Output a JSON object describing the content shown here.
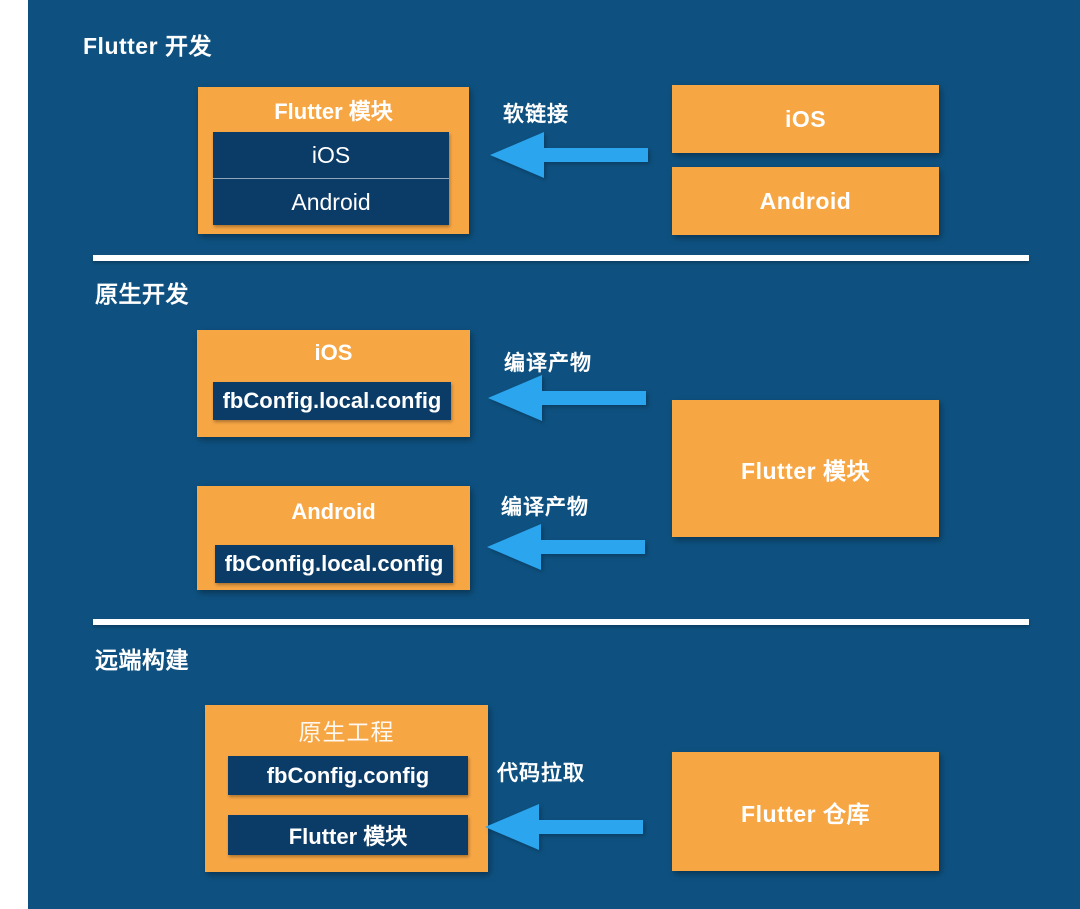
{
  "colors": {
    "bg": "#0E5180",
    "orange": "#F7A644",
    "navy": "#0B3B67",
    "arrow": "#2AA5EE",
    "divider": "#FFFFFF",
    "text": "#FFFFFF"
  },
  "section1": {
    "title": "Flutter 开发",
    "module_box": {
      "title": "Flutter 模块",
      "rows": [
        "iOS",
        "Android"
      ]
    },
    "arrow_label": "软链接",
    "right_boxes": [
      "iOS",
      "Android"
    ]
  },
  "section2": {
    "title": "原生开发",
    "ios_box": {
      "title": "iOS",
      "config": "fbConfig.local.config"
    },
    "android_box": {
      "title": "Android",
      "config": "fbConfig.local.config"
    },
    "arrow_label_top": "编译产物",
    "arrow_label_bottom": "编译产物",
    "right_box": "Flutter 模块"
  },
  "section3": {
    "title": "远端构建",
    "project_box": {
      "title": "原生工程",
      "rows": [
        "fbConfig.config",
        "Flutter 模块"
      ]
    },
    "arrow_label": "代码拉取",
    "right_box": "Flutter 仓库"
  }
}
